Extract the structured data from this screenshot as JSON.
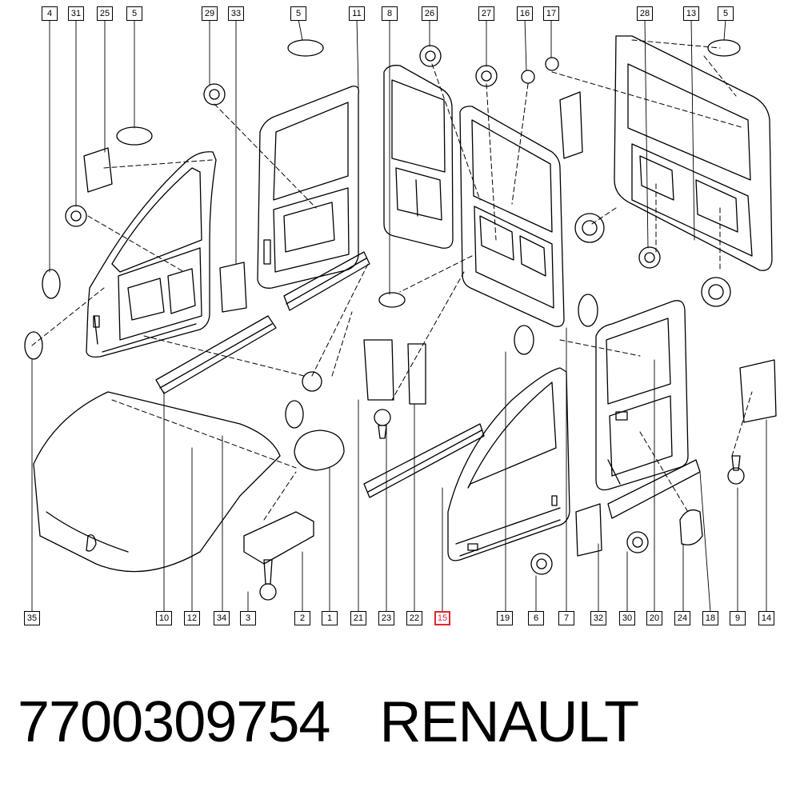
{
  "callouts": {
    "top": [
      "4",
      "31",
      "25",
      "5",
      "29",
      "33",
      "5",
      "11",
      "8",
      "26",
      "27",
      "16",
      "17",
      "28",
      "13",
      "5"
    ],
    "bottom": [
      "35",
      "10",
      "12",
      "34",
      "3",
      "2",
      "1",
      "21",
      "23",
      "22",
      "15",
      "19",
      "6",
      "7",
      "32",
      "30",
      "20",
      "24",
      "18",
      "9",
      "14"
    ],
    "highlighted": "15",
    "highlight_color": "#e0262e"
  },
  "caption": {
    "part_number": "7700309754",
    "brand": "RENAULT"
  }
}
